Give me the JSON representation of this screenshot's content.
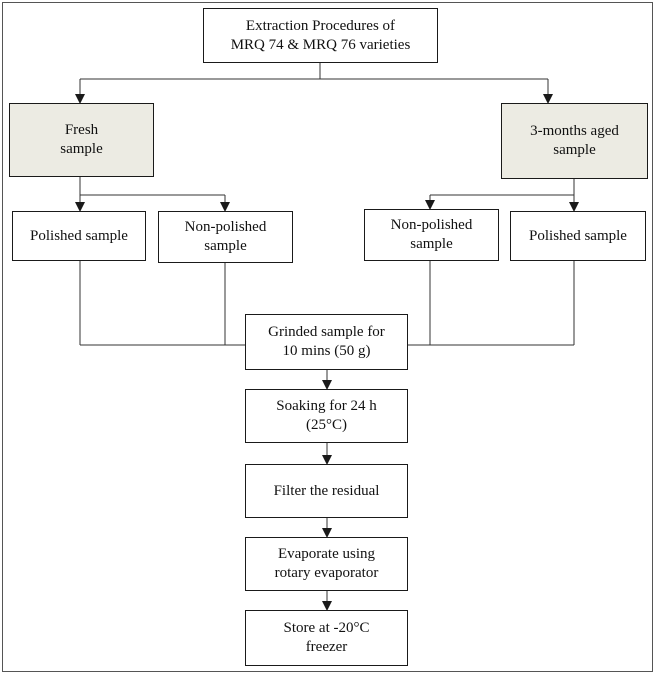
{
  "diagram": {
    "title": "Extraction Procedures of\nMRQ 74 & MRQ 76 varieties",
    "fresh": "Fresh\nsample",
    "aged": "3-months aged\nsample",
    "fresh_polished": "Polished sample",
    "fresh_non_polished": "Non-polished\nsample",
    "aged_non_polished": "Non-polished\nsample",
    "aged_polished": "Polished sample",
    "steps": [
      "Grinded sample for\n10 mins (50 g)",
      "Soaking for 24 h\n(25°C)",
      "Filter the residual",
      "Evaporate using\nrotary evaporator",
      "Store at -20°C\nfreezer"
    ]
  },
  "colors": {
    "box_border": "#1a1a1a",
    "shaded_fill": "#ecebe3",
    "connector": "#333333"
  }
}
